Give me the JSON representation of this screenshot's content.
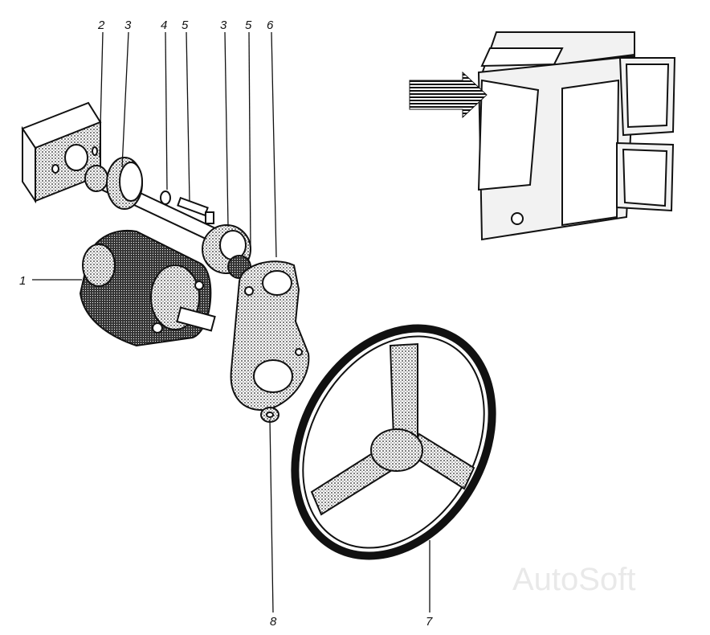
{
  "figure": {
    "callouts": [
      {
        "id": "c-2",
        "label": "2"
      },
      {
        "id": "c-3a",
        "label": "3"
      },
      {
        "id": "c-4",
        "label": "4"
      },
      {
        "id": "c-5a",
        "label": "5"
      },
      {
        "id": "c-3b",
        "label": "3"
      },
      {
        "id": "c-5b",
        "label": "5"
      },
      {
        "id": "c-6",
        "label": "6"
      },
      {
        "id": "c-1",
        "label": "1"
      },
      {
        "id": "c-8",
        "label": "8"
      },
      {
        "id": "c-7",
        "label": "7"
      }
    ],
    "watermark": "AutoSoft",
    "colors": {
      "ink": "#111111",
      "cab_fill": "#f2f2f2",
      "paper": "#ffffff",
      "shade": "#444444"
    }
  }
}
